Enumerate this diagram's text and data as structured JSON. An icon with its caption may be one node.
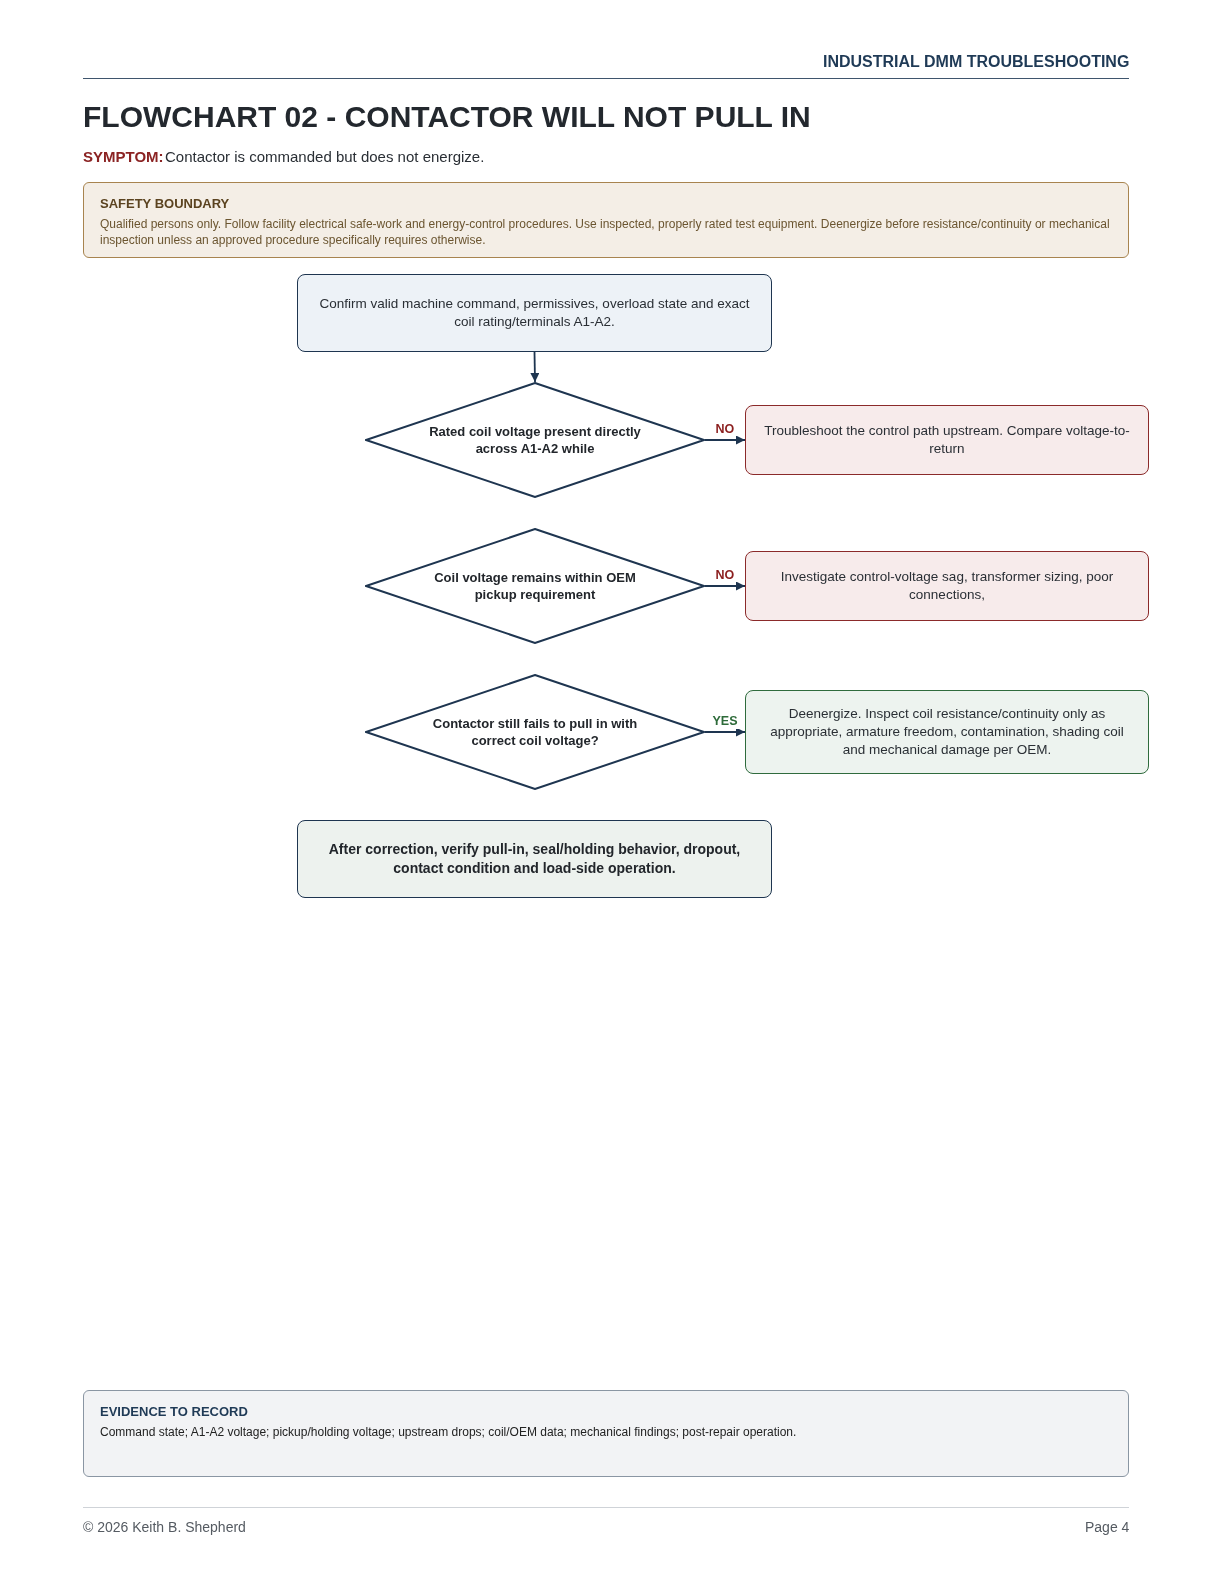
{
  "diagram": {
    "title": "FLOWCHART 02 - CONTACTOR WILL NOT PULL IN",
    "nodes": [
      {
        "text": [
          "SAFETY BOUNDARY",
          "Qualified persons only. Follow facility electrical safe-work and energy-control procedures. Use inspected, properly rated test equipment. Deenergize before resistance/continuity or mechanical inspection unless an approved procedure specifically requires otherwise."
        ]
      },
      {
        "text": [
          "Confirm valid machine command, permissives, overload state and exact coil rating/terminals A1-A2."
        ]
      },
      {
        "text": [
          "Rated coil voltage present directly across A1-A2 while"
        ]
      },
      {
        "text": [
          "Troubleshoot the control path upstream. Compare voltage-to-return"
        ]
      },
      {
        "text": [
          "Coil voltage remains within OEM pickup requirement"
        ]
      },
      {
        "text": [
          "Investigate control-voltage sag, transformer sizing, poor connections,"
        ]
      },
      {
        "text": [
          "Contactor still fails to pull in with correct coil voltage?"
        ]
      },
      {
        "text": [
          "Deenergize. Inspect coil resistance/continuity only as appropriate, armature freedom, contamination, shading coil and mechanical damage per OEM."
        ]
      },
      {
        "text": [
          "After correction, verify pull-in, seal/holding behavior, dropout, contact condition and load-side operation."
        ]
      },
      {
        "text": [
          "EVIDENCE TO RECORD",
          "Command state; A1-A2 voltage; pickup/holding voltage; upstream drops; coil/OEM data; mechanical findings; post-repair operation."
        ]
      }
    ],
    "edges": [
      {
        "from": 1,
        "to": 2,
        "arrow": "to"
      },
      {
        "from": 2,
        "to": 3,
        "arrow": "to",
        "label": "NO"
      },
      {
        "from": 4,
        "to": 5,
        "arrow": "to",
        "label": "NO"
      },
      {
        "from": 6,
        "to": 7,
        "arrow": "to",
        "label": "YES"
      }
    ],
    "labels": [
      "INDUSTRIAL DMM TROUBLESHOOTING",
      "SYMPTOM:",
      "Contactor is commanded but does not energize.",
      "© 2026 Keith B. Shepherd",
      "Page 4"
    ]
  }
}
